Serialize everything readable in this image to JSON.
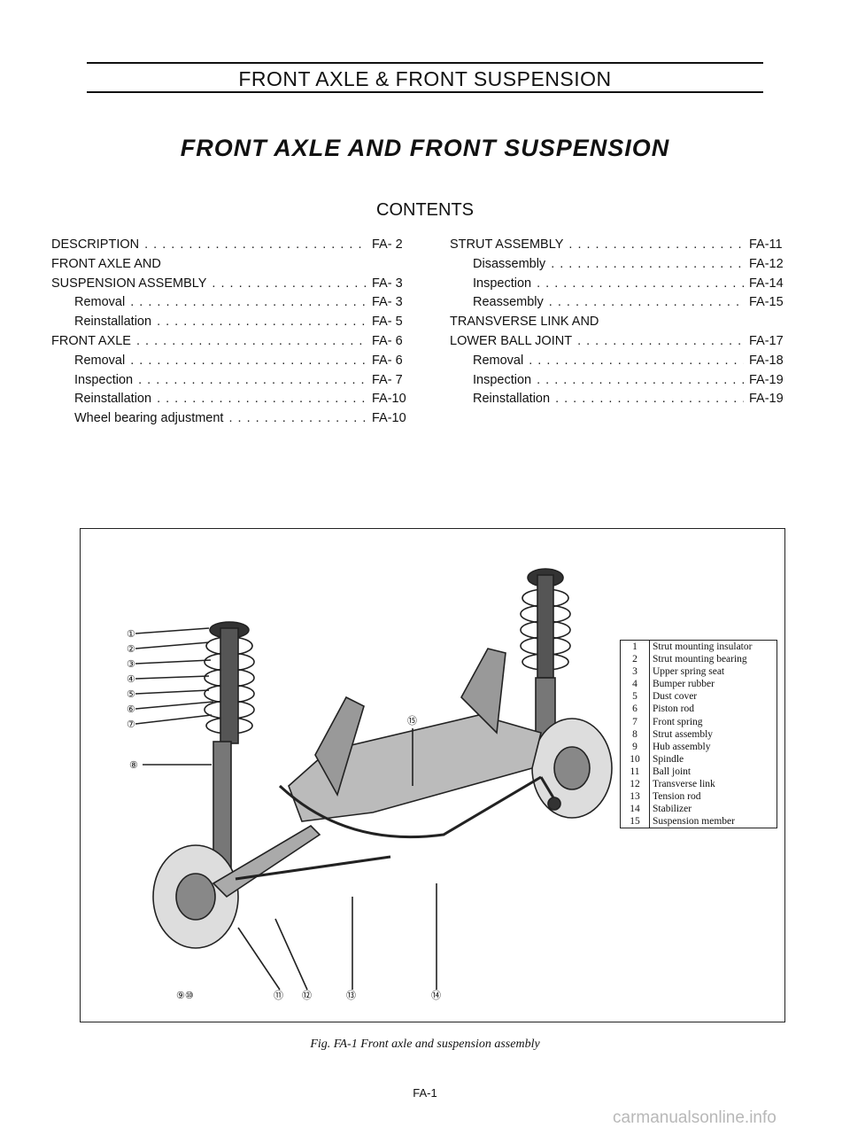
{
  "header": {
    "section_title": "FRONT AXLE & FRONT SUSPENSION"
  },
  "title": "FRONT AXLE AND FRONT SUSPENSION",
  "contents_heading": "CONTENTS",
  "toc_left": [
    {
      "label": "DESCRIPTION",
      "page": "FA- 2",
      "indent": false
    },
    {
      "label": "FRONT AXLE AND",
      "page": "",
      "indent": false
    },
    {
      "label": "SUSPENSION ASSEMBLY",
      "page": "FA- 3",
      "indent": false
    },
    {
      "label": "Removal",
      "page": "FA- 3",
      "indent": true
    },
    {
      "label": "Reinstallation",
      "page": "FA- 5",
      "indent": true
    },
    {
      "label": "FRONT AXLE",
      "page": "FA- 6",
      "indent": false
    },
    {
      "label": "Removal",
      "page": "FA- 6",
      "indent": true
    },
    {
      "label": "Inspection",
      "page": "FA- 7",
      "indent": true
    },
    {
      "label": "Reinstallation",
      "page": "FA-10",
      "indent": true
    },
    {
      "label": "Wheel bearing adjustment",
      "page": "FA-10",
      "indent": true
    }
  ],
  "toc_right": [
    {
      "label": "STRUT ASSEMBLY",
      "page": "FA-11",
      "indent": false
    },
    {
      "label": "Disassembly",
      "page": "FA-12",
      "indent": true
    },
    {
      "label": "Inspection",
      "page": "FA-14",
      "indent": true
    },
    {
      "label": "Reassembly",
      "page": "FA-15",
      "indent": true
    },
    {
      "label": "TRANSVERSE LINK AND",
      "page": "",
      "indent": false
    },
    {
      "label": "LOWER BALL JOINT",
      "page": "FA-17",
      "indent": false
    },
    {
      "label": "Removal",
      "page": "FA-18",
      "indent": true
    },
    {
      "label": "Inspection",
      "page": "FA-19",
      "indent": true
    },
    {
      "label": "Reinstallation",
      "page": "FA-19",
      "indent": true
    }
  ],
  "figure": {
    "callouts": [
      "1",
      "2",
      "3",
      "4",
      "5",
      "6",
      "7",
      "8",
      "9",
      "10",
      "11",
      "12",
      "13",
      "14",
      "15"
    ],
    "legend": [
      {
        "num": "1",
        "label": "Strut mounting insulator"
      },
      {
        "num": "2",
        "label": "Strut mounting bearing"
      },
      {
        "num": "3",
        "label": "Upper spring seat"
      },
      {
        "num": "4",
        "label": "Bumper rubber"
      },
      {
        "num": "5",
        "label": "Dust cover"
      },
      {
        "num": "6",
        "label": "Piston rod"
      },
      {
        "num": "7",
        "label": "Front spring"
      },
      {
        "num": "8",
        "label": "Strut assembly"
      },
      {
        "num": "9",
        "label": "Hub assembly"
      },
      {
        "num": "10",
        "label": "Spindle"
      },
      {
        "num": "11",
        "label": "Ball joint"
      },
      {
        "num": "12",
        "label": "Transverse link"
      },
      {
        "num": "13",
        "label": "Tension rod"
      },
      {
        "num": "14",
        "label": "Stabilizer"
      },
      {
        "num": "15",
        "label": "Suspension member"
      }
    ],
    "caption": "Fig. FA-1 Front axle and suspension assembly"
  },
  "footer": {
    "page_number": "FA-1",
    "watermark": "carmanualsonline.info"
  }
}
